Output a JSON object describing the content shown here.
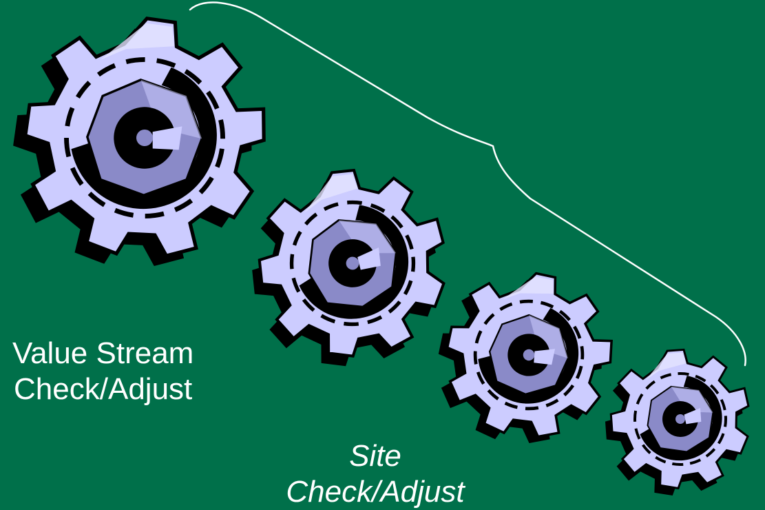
{
  "labels": {
    "value_stream": [
      "Value Stream",
      "Check/Adjust"
    ],
    "site": [
      "Site",
      "Check/Adjust"
    ]
  },
  "icons": [
    "gear-icon",
    "gear-icon",
    "gear-icon",
    "gear-icon",
    "brace-icon"
  ],
  "colors": {
    "background": "#00704a",
    "gear_face": "#ccccff",
    "gear_shade": "#8a8ac8",
    "outline": "#000000",
    "text": "#ffffff"
  }
}
